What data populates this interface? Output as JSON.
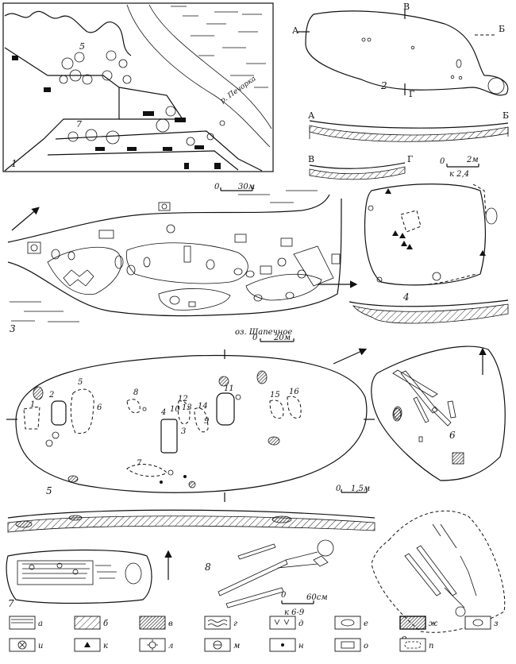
{
  "panels": {
    "p1": "1",
    "p2": "2",
    "p3": "3",
    "p4": "4",
    "p5": "5",
    "p6": "6",
    "p7": "7",
    "p8": "8",
    "p9": "9"
  },
  "map1": {
    "river": "р. Печорка",
    "site5": "5",
    "site7": "7"
  },
  "plan2": {
    "A": "А",
    "B": "Б",
    "V": "В",
    "G": "Г",
    "sectAB_left": "А",
    "sectAB_right": "Б",
    "sectVG_left": "В",
    "sectVG_right": "Г"
  },
  "scales": {
    "s24_zero": "0",
    "s24_len": "2м",
    "s24_note": "к 2,4",
    "s3_zero": "0",
    "s3_len": "30м",
    "s5_zero": "0",
    "s5_len": "20м",
    "s5b_zero": "0",
    "s5b_len": "1,5м",
    "s89_zero": "0",
    "s89_len": "60см",
    "s89_note": "к 6-9"
  },
  "lake": "оз. Шапечное",
  "pits": [
    "1",
    "2",
    "3",
    "4",
    "5",
    "6",
    "7",
    "8",
    "9",
    "10",
    "11",
    "12",
    "13",
    "14",
    "15",
    "16"
  ],
  "legend": [
    {
      "key": "а"
    },
    {
      "key": "б"
    },
    {
      "key": "в"
    },
    {
      "key": "г"
    },
    {
      "key": "д"
    },
    {
      "key": "е"
    },
    {
      "key": "ж"
    },
    {
      "key": "з"
    },
    {
      "key": "и"
    },
    {
      "key": "к"
    },
    {
      "key": "л"
    },
    {
      "key": "м"
    },
    {
      "key": "н"
    },
    {
      "key": "о"
    },
    {
      "key": "п"
    }
  ]
}
